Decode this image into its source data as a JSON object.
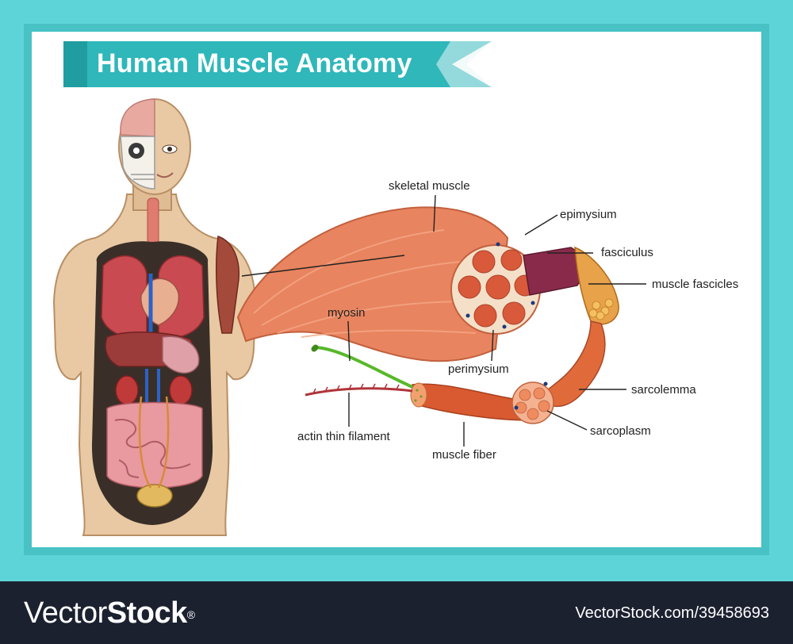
{
  "title": "Human Muscle Anatomy",
  "labels": {
    "skeletal_muscle": "skeletal muscle",
    "epimysium": "epimysium",
    "fasciculus": "fasciculus",
    "muscle_fascicles": "muscle fascicles",
    "myosin": "myosin",
    "perimysium": "perimysium",
    "sarcolemma": "sarcolemma",
    "sarcoplasm": "sarcoplasm",
    "actin_thin_filament": "actin thin filament",
    "muscle_fiber": "muscle fiber"
  },
  "footer": {
    "brand_thin": "Vector",
    "brand_bold": "Stock",
    "brand_mark": "®",
    "stock_id": "VectorStock.com/39458693"
  },
  "colors": {
    "frame": "#5dd5d8",
    "banner": "#2fb7ba",
    "muscle": "#e8845f",
    "skin": "#e8c9a3",
    "footer": "#1c2130"
  }
}
